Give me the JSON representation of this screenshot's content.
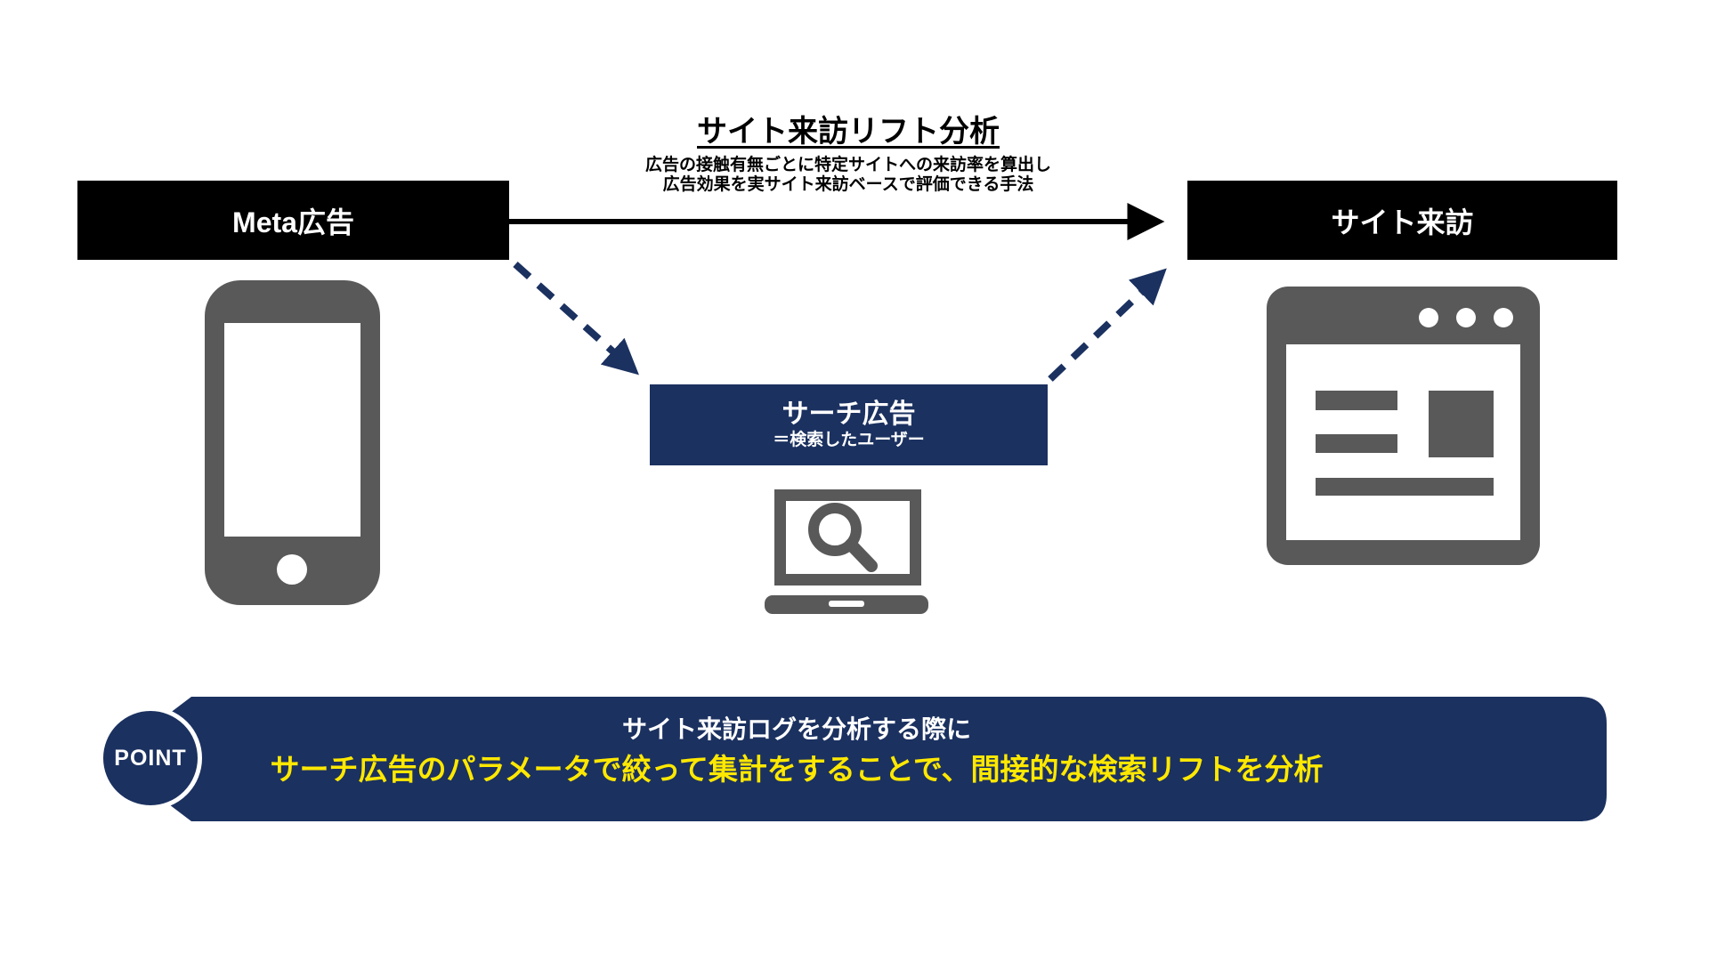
{
  "colors": {
    "navy": "#1b3160",
    "icon_gray": "#595959",
    "black": "#000000",
    "yellow_text": "#ffe800",
    "white": "#ffffff"
  },
  "header": {
    "title": "サイト来訪リフト分析",
    "subtitle_line1": "広告の接触有無ごとに特定サイトへの来訪率を算出し",
    "subtitle_line2": "広告効果を実サイト来訪ベースで評価できる手法"
  },
  "nodes": {
    "meta_ads": {
      "label": "Meta広告"
    },
    "site_visit": {
      "label": "サイト来訪"
    },
    "search_ads": {
      "label": "サーチ広告",
      "sublabel": "＝検索したユーザー"
    }
  },
  "icons": {
    "phone": "smartphone-icon",
    "laptop": "laptop-search-icon",
    "browser": "browser-window-icon"
  },
  "point": {
    "badge": "POINT",
    "line1": "サイト来訪ログを分析する際に",
    "line2": "サーチ広告のパラメータで絞って集計をすることで、間接的な検索リフトを分析"
  }
}
